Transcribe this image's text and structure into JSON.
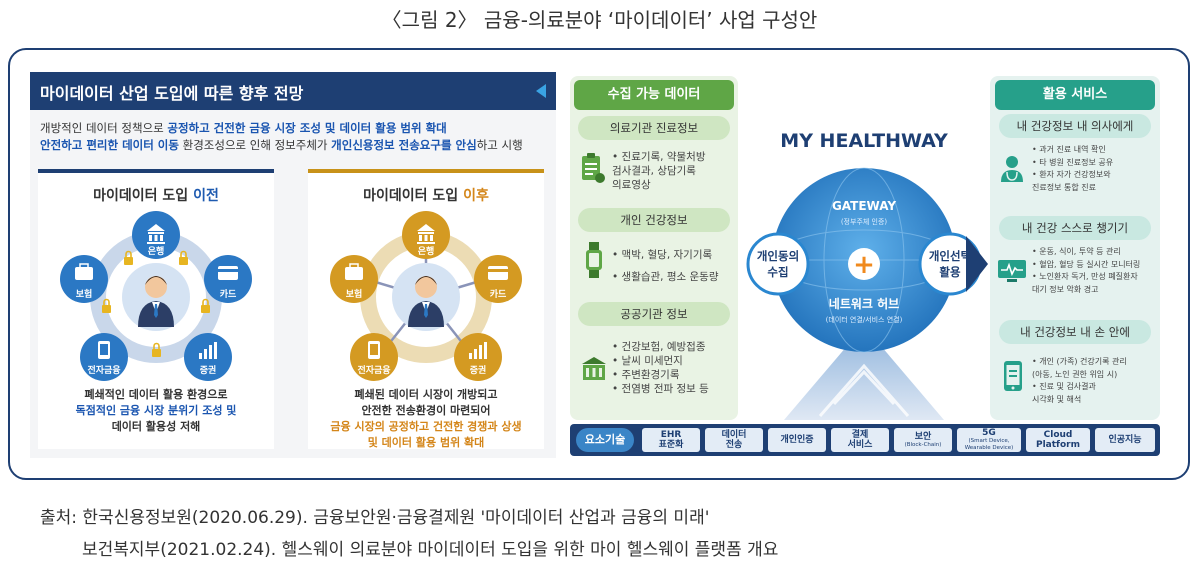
{
  "figure_title": "〈그림 2〉 금융-의료분야 ‘마이데이터’ 사업 구성안",
  "left_panel": {
    "title": "마이데이터 산업 도입에 따른 향후 전망",
    "intro_line1_pre": "개방적인 데이터 정책으로 ",
    "intro_line1_hl": "공정하고 건전한 금융 시장 조성 및 데이터 활용 범위 확대",
    "intro_line2_hl1": "안전하고 편리한 데이터 이동",
    "intro_line2_mid": " 환경조성으로 인해 정보주체가 ",
    "intro_line2_hl2": "개인신용정보 전송요구를 안심",
    "intro_line2_post": "하고 시행",
    "before": {
      "title_pre": "마이데이터 도입 ",
      "title_em": "이전",
      "line1": "폐쇄적인 데이터 활용 환경으로",
      "line2": "독점적인 금융 시장 분위기 조성 및",
      "line3": "데이터 활용성 저해"
    },
    "after": {
      "title_pre": "마이데이터 도입 ",
      "title_em": "이후",
      "line1": "폐쇄된 데이터 시장이 개방되고",
      "line2": "안전한 전송환경이 마련되어",
      "line3": "금융 시장의 공정하고 건전한 경쟁과 상생",
      "line4": "및 데이터 활용 범위 확대"
    },
    "nodes": {
      "bank": "은행",
      "insurance": "보험",
      "card": "카드",
      "efinance": "전자금융",
      "securities": "증권"
    }
  },
  "right_panel": {
    "collect_header": "수집 가능 데이터",
    "hospital": {
      "title": "의료기관 진료정보",
      "items": [
        "• 진료기록, 약물처방",
        "검사결과, 상담기록",
        "의료영상"
      ]
    },
    "personal": {
      "title": "개인 건강정보",
      "items": [
        "• 맥박, 혈당, 자기기록",
        "• 생활습관, 평소 운동량"
      ]
    },
    "public": {
      "title": "공공기관 정보",
      "items": [
        "• 건강보험, 예방접종",
        "• 날씨 미세먼지",
        "• 주변환경기록",
        "• 전염병 전파 정보 등"
      ]
    },
    "center": {
      "brand": "MY HEALTHWAY",
      "gateway": "GATEWAY",
      "gateway_sub": "(정부주체 인증)",
      "left_bubble_l1": "개인동의",
      "left_bubble_l2": "수집",
      "right_bubble_l1": "개인선택",
      "right_bubble_l2": "활용",
      "plus": "+",
      "hub": "네트워크 허브",
      "hub_sub": "(데이터 연결/서비스 연결)"
    },
    "service_header": "활용 서비스",
    "doctor": {
      "title": "내 건강정보 내 의사에게",
      "items": [
        "• 과거 진료 내역 확인",
        "• 타 병원 진료정보 공유",
        "• 환자 자가 건강정보와",
        "진료정보 통합 진료"
      ]
    },
    "selfcare": {
      "title": "내 건강 스스로 챙기기",
      "items": [
        "• 운동, 식이, 투약 등 관리",
        "• 혈압, 혈당 등 실시간 모니터링",
        "• 노인환자 독거, 만성 폐질환자",
        "대기 정보 악화 경고"
      ]
    },
    "mobile": {
      "title": "내 건강정보 내 손 안에",
      "items": [
        "• 개인 (가족) 건강기록 관리",
        "(아동, 노인 권한 위임 시)",
        "• 진료 및 검사결과",
        "시각화 및 해석"
      ]
    },
    "tech_label": "요소기술",
    "tech": [
      {
        "l1": "EHR",
        "l2": "표준화"
      },
      {
        "l1": "데이터",
        "l2": "전송"
      },
      {
        "l1": "개인인증",
        "l2": ""
      },
      {
        "l1": "결제",
        "l2": "서비스"
      },
      {
        "l1": "보안",
        "l2": "(Block-Chain)"
      },
      {
        "l1": "5G",
        "l2": "(Smart Device, Wearable Device)"
      },
      {
        "l1": "Cloud",
        "l2": "Platform"
      },
      {
        "l1": "인공지능",
        "l2": ""
      }
    ]
  },
  "source": {
    "line1": "출처: 한국신용정보원(2020.06.29). 금융보안원·금융결제원 '마이데이터 산업과 금융의 미래'",
    "line2": "보건복지부(2021.02.24). 헬스웨이 의료분야 마이데이터 도입을 위한 마이 헬스웨이 플랫폼 개요"
  },
  "colors": {
    "navy": "#1e3f73",
    "gold": "#c89219",
    "blue_node": "#2b78c4",
    "gold_node": "#d49a22",
    "green_head": "#5fa646",
    "teal_head": "#26a08a",
    "globe": "#2a87d0",
    "plus_orange": "#f08a1e"
  }
}
